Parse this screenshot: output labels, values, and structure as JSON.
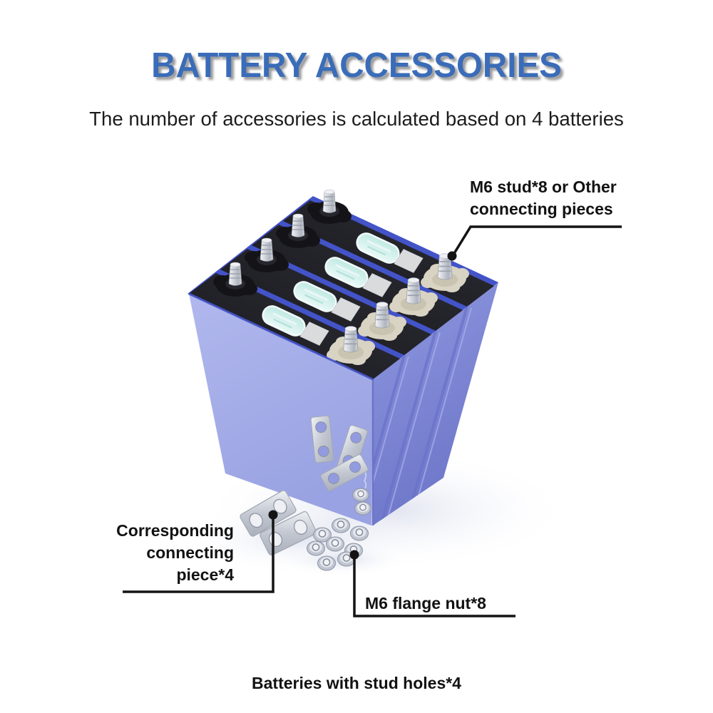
{
  "header": {
    "title": "BATTERY ACCESSORIES",
    "subtitle": "The number of accessories is calculated based on 4 batteries"
  },
  "callouts": {
    "stud": {
      "line1": "M6 stud*8 or Other",
      "line2": "connecting pieces"
    },
    "connecting_piece": {
      "line1": "Corresponding",
      "line2": "connecting",
      "line3": "piece*4"
    },
    "flange_nut": {
      "label": "M6 flange nut*8"
    },
    "caption": "Batteries with stud holes*4"
  },
  "illustration": {
    "battery_count_shown": 4
  },
  "colors": {
    "title_blue": "#3a6cb8",
    "title_shadow": "#9b9b9b",
    "subtitle_text": "#1c1c1c",
    "annotation_text": "#121212",
    "callout_line": "#141414",
    "battery_front": "#a3abe8",
    "battery_side": "#7e87d5",
    "battery_top": "#1f1f24",
    "case_edge_blue": "#4353c8",
    "terminal_pad_cream": "#d8d3c3",
    "stud_silver": "#c9cdd5",
    "vent_oval_cyan": "#cdeee9",
    "sticker_silver": "#dadbdd",
    "hardware_silver": "#c3c8d2"
  }
}
